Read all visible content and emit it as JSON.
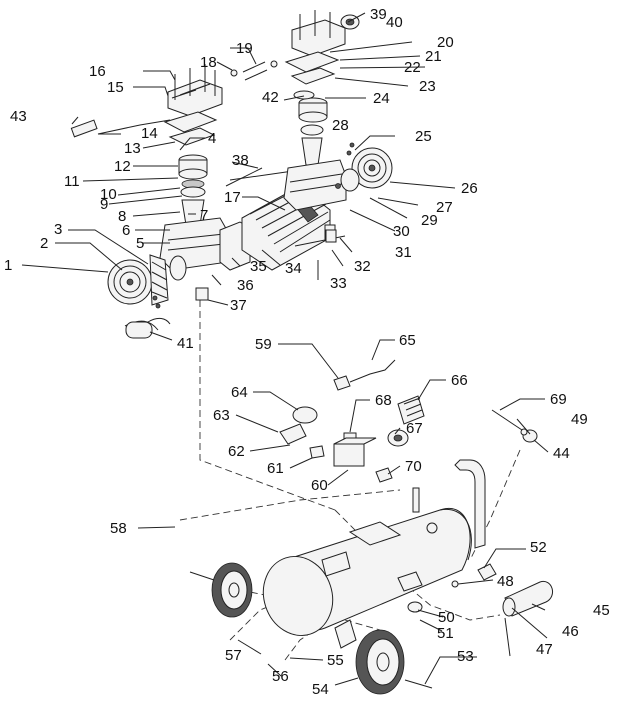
{
  "callouts": [
    "1",
    "2",
    "3",
    "4",
    "5",
    "6",
    "7",
    "8",
    "9",
    "10",
    "11",
    "12",
    "13",
    "14",
    "15",
    "16",
    "17",
    "18",
    "19",
    "20",
    "21",
    "22",
    "23",
    "24",
    "25",
    "26",
    "27",
    "28",
    "29",
    "30",
    "31",
    "32",
    "33",
    "34",
    "35",
    "36",
    "37",
    "38",
    "39",
    "40",
    "41",
    "42",
    "43",
    "44",
    "45",
    "46",
    "47",
    "48",
    "49",
    "50",
    "51",
    "52",
    "53",
    "54",
    "55",
    "56",
    "57",
    "58",
    "59",
    "60",
    "61",
    "62",
    "63",
    "64",
    "65",
    "66",
    "67",
    "68",
    "69",
    "70"
  ]
}
